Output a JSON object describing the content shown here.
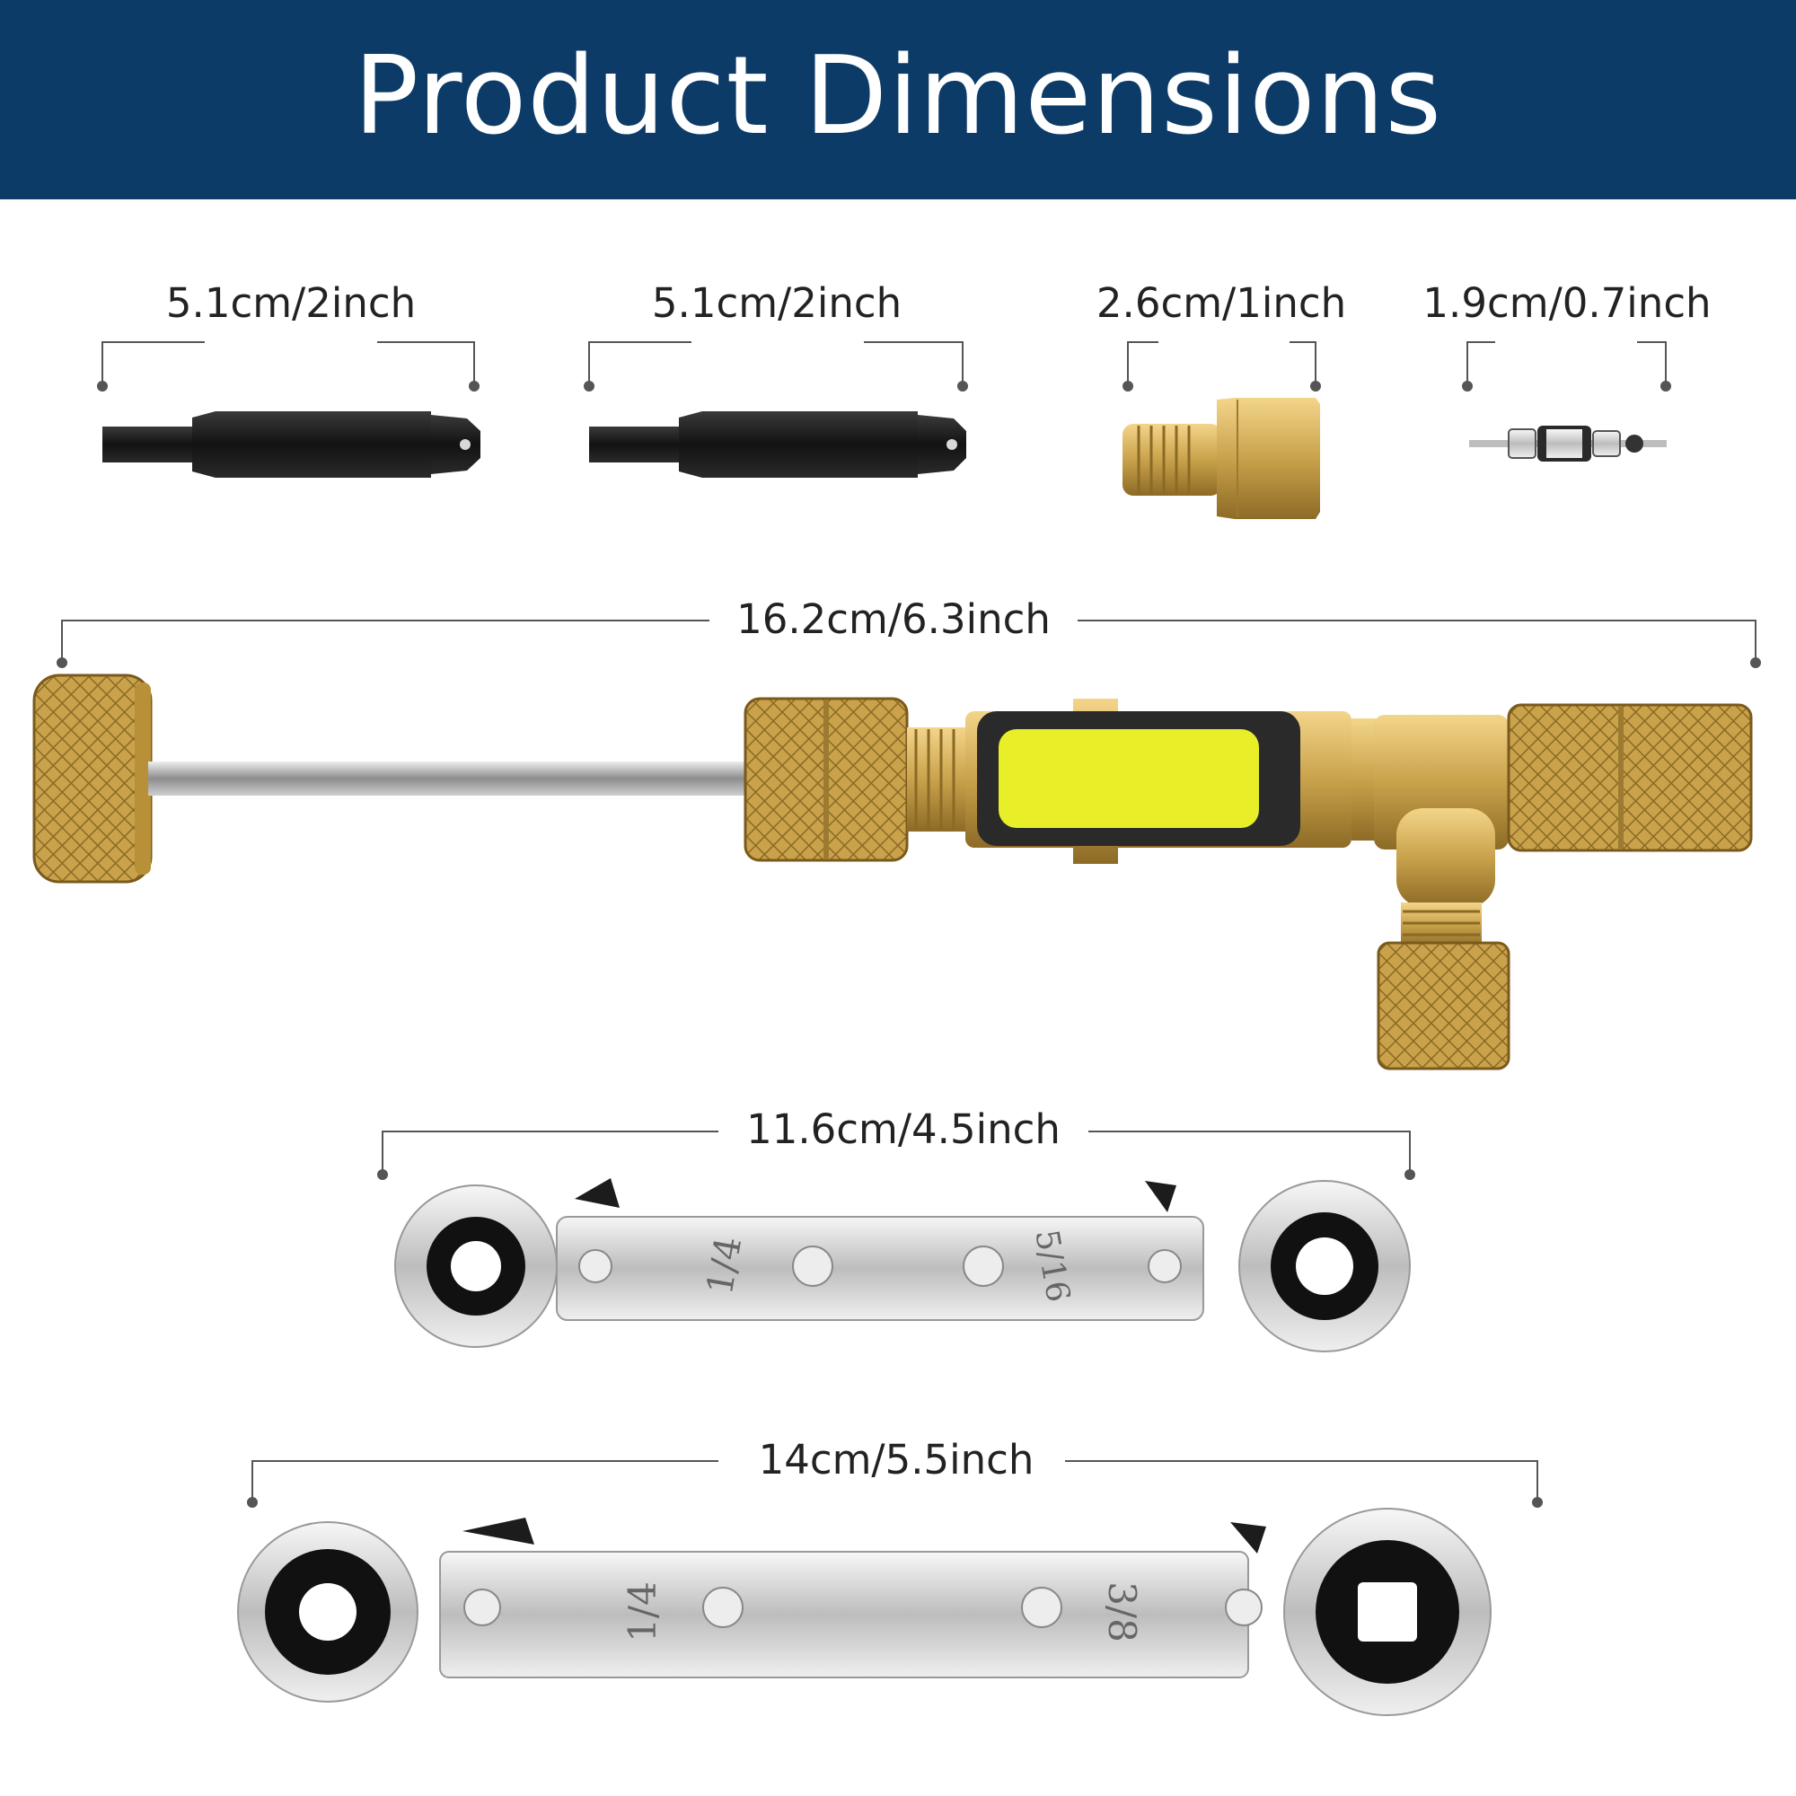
{
  "banner": {
    "title": "Product Dimensions"
  },
  "dimensions": {
    "hex_bit_1": "5.1cm/2inch",
    "hex_bit_2": "5.1cm/2inch",
    "brass_adapter": "2.6cm/1inch",
    "valve_core": "1.9cm/0.7inch",
    "core_remover": "16.2cm/6.3inch",
    "small_wrench": "11.6cm/4.5inch",
    "large_wrench": "14cm/5.5inch"
  },
  "wrench_marks": {
    "small_left": "1/4",
    "small_right": "5/16",
    "large_left": "1/4",
    "large_right": "3/8"
  },
  "colors": {
    "banner": "#0c3b68",
    "brass": "#c9a24b",
    "bit_black": "#1b1b1b",
    "steel": "#d9d9d9",
    "yellow_grip": "#e8ee28"
  }
}
